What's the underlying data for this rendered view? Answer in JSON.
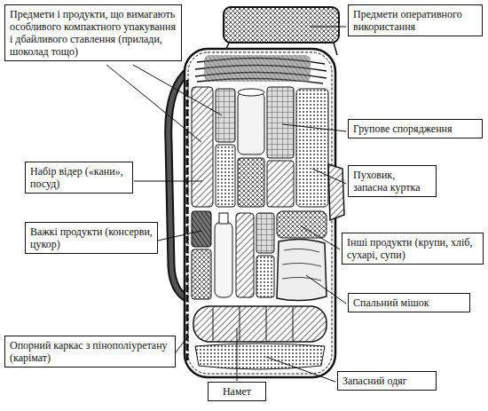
{
  "diagram": {
    "nodes": [
      {
        "text": [
          "Предмети і продукти, що вимагають особливого компактного упакування і дбайливого ставлення (прилади, шоколад тощо)"
        ]
      },
      {
        "text": [
          "Предмети оперативного використання"
        ]
      },
      {
        "text": [
          "Групове спорядження"
        ]
      },
      {
        "text": [
          "Набір відер («кани», посуд)"
        ]
      },
      {
        "text": [
          "Пуховик, запасна куртка"
        ]
      },
      {
        "text": [
          "Важкі продукти (консерви, цукор)"
        ]
      },
      {
        "text": [
          "Інші продукти (крупи, хліб, сухарі, супи)"
        ]
      },
      {
        "text": [
          "Спальний мішок"
        ]
      },
      {
        "text": [
          "Опорний каркас з пінополіуретану (карімат)"
        ]
      },
      {
        "text": [
          "Запасний одяг"
        ]
      },
      {
        "text": [
          "Намет"
        ]
      }
    ]
  }
}
